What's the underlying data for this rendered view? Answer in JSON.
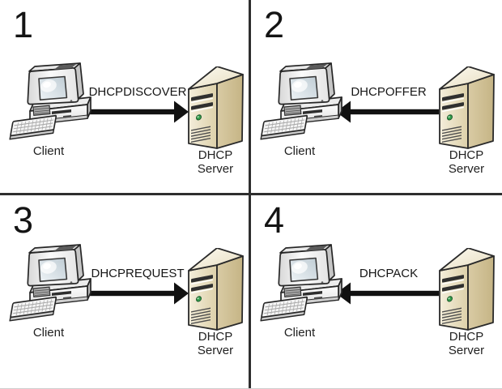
{
  "diagram": {
    "type": "dhcp-message-flow",
    "quadrants": [
      {
        "number": "1",
        "message": "DHCPDISCOVER",
        "direction": "right",
        "client_label": "Client",
        "server_label_top": "DHCP",
        "server_label_bottom": "Server"
      },
      {
        "number": "2",
        "message": "DHCPOFFER",
        "direction": "left",
        "client_label": "Client",
        "server_label_top": "DHCP",
        "server_label_bottom": "Server"
      },
      {
        "number": "3",
        "message": "DHCPREQUEST",
        "direction": "right",
        "client_label": "Client",
        "server_label_top": "DHCP",
        "server_label_bottom": "Server"
      },
      {
        "number": "4",
        "message": "DHCPACK",
        "direction": "left",
        "client_label": "Client",
        "server_label_top": "DHCP",
        "server_label_bottom": "Server"
      }
    ],
    "icons": {
      "client": "desktop-computer-icon",
      "server": "tower-server-icon",
      "arrow": "flow-arrow"
    },
    "colors": {
      "background": "#ffffff",
      "divider": "#2e2e2e",
      "text": "#1f1f1f",
      "arrow": "#111111",
      "server_front": "#ece3c8",
      "server_side": "#d2c398",
      "server_led": "#36a14e",
      "monitor_screen": "#dce6ec"
    }
  }
}
